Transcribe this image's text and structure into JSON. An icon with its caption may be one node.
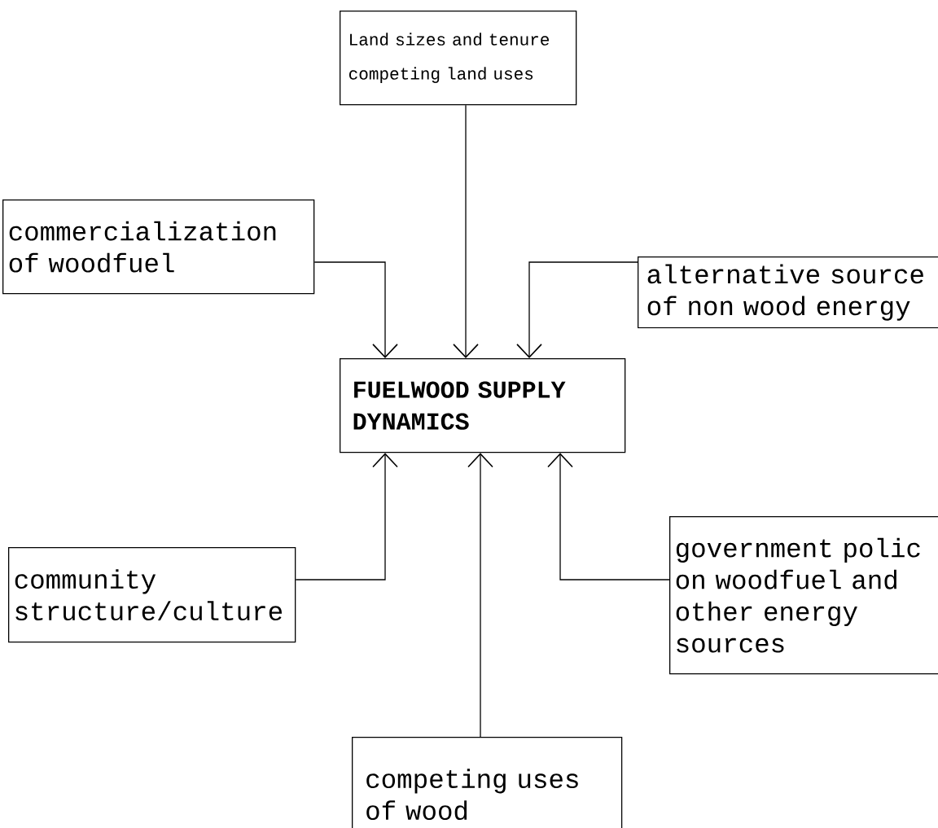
{
  "diagram": {
    "nodes": [
      {
        "text": [
          "Land sizes and tenure competing land uses"
        ]
      },
      {
        "text": [
          "commercialization of woodfuel"
        ]
      },
      {
        "text": [
          "alternative source of non wood energy"
        ]
      },
      {
        "text": [
          "FUELWOOD SUPPLY DYNAMICS"
        ]
      },
      {
        "text": [
          "community structure/culture"
        ]
      },
      {
        "text": [
          "government polic on woodfuel and other energy sources"
        ]
      },
      {
        "text": [
          "competing uses of wood"
        ]
      }
    ],
    "edges": [
      {
        "from": 0,
        "to": 3,
        "arrow": "to"
      },
      {
        "from": 1,
        "to": 3,
        "arrow": "to"
      },
      {
        "from": 2,
        "to": 3,
        "arrow": "to"
      },
      {
        "from": 4,
        "to": 3,
        "arrow": "to"
      },
      {
        "from": 5,
        "to": 3,
        "arrow": "to"
      },
      {
        "from": 6,
        "to": 3,
        "arrow": "to"
      }
    ]
  }
}
